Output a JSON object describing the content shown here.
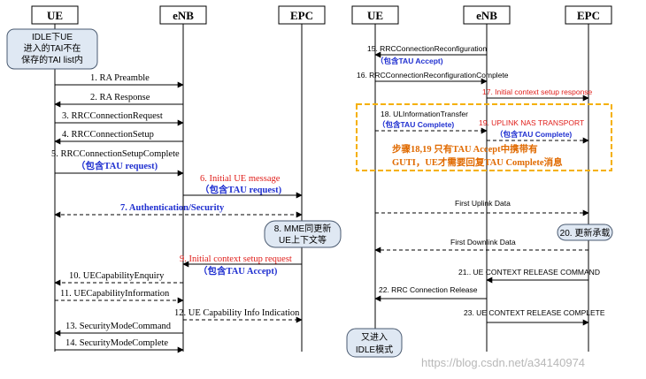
{
  "left": {
    "headers": {
      "ue": "UE",
      "enb": "eNB",
      "epc": "EPC"
    },
    "note_idle": [
      "IDLE下UE",
      "进入的TAI不在",
      "保存的TAI list内"
    ],
    "messages": [
      {
        "label": "1. RA Preamble"
      },
      {
        "label": "2. RA Response"
      },
      {
        "label": "3. RRCConnectionRequest"
      },
      {
        "label": "4. RRCConnectionSetup"
      },
      {
        "label": "5. RRCConnectionSetupComplete",
        "sub": "（包含TAU request)"
      },
      {
        "label": "6. Initial UE message",
        "sub": "（包含TAU request)"
      },
      {
        "label": "7. Authentication/Security"
      },
      {
        "label": "9. Initial context setup request",
        "sub": "（包含TAU Accept)"
      },
      {
        "label": "10. UECapabilityEnquiry"
      },
      {
        "label": "11. UECapabilityInformation"
      },
      {
        "label": "12. UE Capability Info Indication"
      },
      {
        "label": "13. SecurityModeCommand"
      },
      {
        "label": "14. SecurityModeComplete"
      }
    ],
    "note_mme": [
      "8. MME同更新",
      "UE上下文等"
    ]
  },
  "right": {
    "headers": {
      "ue": "UE",
      "enb": "eNB",
      "epc": "EPC"
    },
    "messages": [
      {
        "label": "15. RRCConnectionReconfiguration",
        "sub": "（包含TAU Accept)"
      },
      {
        "label": "16. RRCConnectionReconfigurationComplete"
      },
      {
        "label": "17. Initial context setup response"
      },
      {
        "label": "18. ULInformationTransfer",
        "sub": "（包含TAU Complete)"
      },
      {
        "label": "19. UPLINK NAS TRANSPORT",
        "sub": "（包含TAU Complete)"
      },
      {
        "label": "First  Uplink Data"
      },
      {
        "label": "First  Downlink Data"
      },
      {
        "label": "21.. UE CONTEXT RELEASE COMMAND"
      },
      {
        "label": "22. RRC Connection Release"
      },
      {
        "label": "23. UE CONTEXT RELEASE COMPLETE"
      }
    ],
    "highlight": [
      "步骤18,19  只有TAU Accept中携带有",
      "GUTI，UE才需要回复TAU Complete消息"
    ],
    "note_bearer": "20. 更新承载",
    "note_idle": [
      "又进入",
      "IDLE模式"
    ]
  },
  "watermark": "https://blog.csdn.net/a34140974"
}
